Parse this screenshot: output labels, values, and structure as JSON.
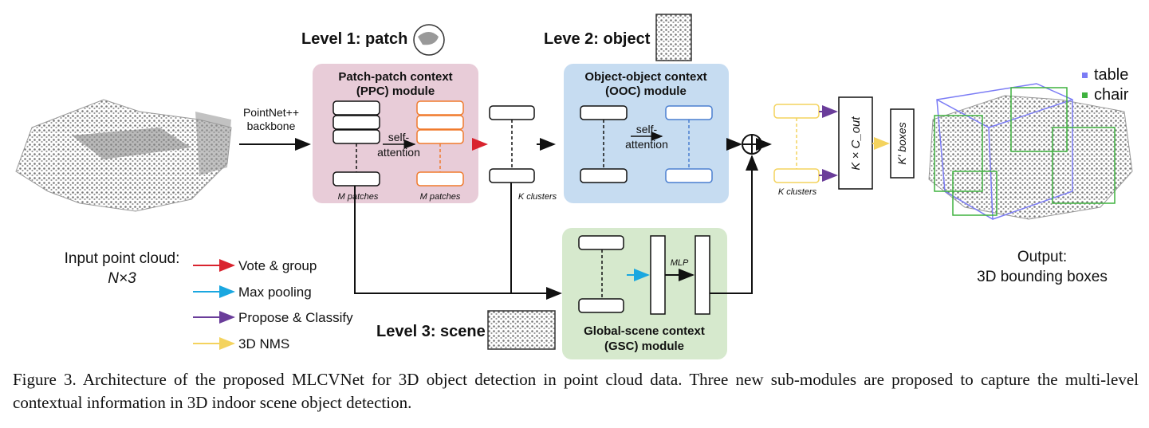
{
  "levels": {
    "level1": "Level 1: patch",
    "level2": "Leve 2: object",
    "level3": "Level 3: scene"
  },
  "modules": {
    "ppc": {
      "title_line1": "Patch-patch context",
      "title_line2": "(PPC) module",
      "self_attention_1": "self-",
      "self_attention_2": "attention",
      "left_patches": "M patches",
      "right_patches": "M patches"
    },
    "ooc": {
      "title_line1": "Object-object context",
      "title_line2": "(OOC) module",
      "self_attention_1": "self-",
      "self_attention_2": "attention"
    },
    "gsc": {
      "title_line1": "Global-scene context",
      "title_line2": "(GSC) module",
      "mlp": "MLP"
    }
  },
  "backbone": {
    "line1": "PointNet++",
    "line2": "backbone"
  },
  "clusters": {
    "first": "K clusters",
    "second": "K clusters"
  },
  "proposal_box": "K × C_out",
  "output_box": "K′ boxes",
  "input": {
    "line1": "Input point cloud:",
    "line2": "N×3"
  },
  "output": {
    "line1": "Output:",
    "line2": "3D bounding boxes"
  },
  "legend_arrows": [
    {
      "label": "Vote & group",
      "color": "#d9232e"
    },
    {
      "label": "Max pooling",
      "color": "#1aa7e0"
    },
    {
      "label": "Propose & Classify",
      "color": "#6a3d9a"
    },
    {
      "label": "3D NMS",
      "color": "#f4d35e"
    }
  ],
  "class_legend": [
    {
      "label": "table",
      "color": "#7b7cf5"
    },
    {
      "label": "chair",
      "color": "#3fb23f"
    }
  ],
  "colors": {
    "ppc_bg": "#e8ccd8",
    "ooc_bg": "#c6dcf1",
    "gsc_bg": "#d6e9cd",
    "orange": "#f07a2c",
    "blue_box": "#4a7fd0",
    "yellow": "#f4d35e"
  },
  "caption": "Figure 3. Architecture of the proposed MLCVNet for 3D object detection in point cloud data. Three new sub-modules are proposed to capture the multi-level contextual information in 3D indoor scene object detection."
}
